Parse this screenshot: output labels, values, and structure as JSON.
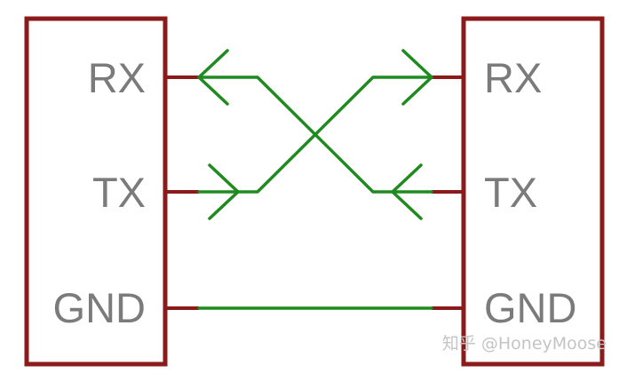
{
  "diagram": {
    "left_device": {
      "pins": [
        "RX",
        "TX",
        "GND"
      ]
    },
    "right_device": {
      "pins": [
        "RX",
        "TX",
        "GND"
      ]
    },
    "connections": [
      {
        "from": "left.TX",
        "to": "right.RX"
      },
      {
        "from": "right.TX",
        "to": "left.RX"
      },
      {
        "from": "left.GND",
        "to": "right.GND"
      }
    ],
    "colors": {
      "device_outline": "#8b1a1a",
      "wire": "#1f8a1f",
      "label": "#7b7b7b"
    }
  },
  "watermark": "知乎 @HoneyMoose"
}
